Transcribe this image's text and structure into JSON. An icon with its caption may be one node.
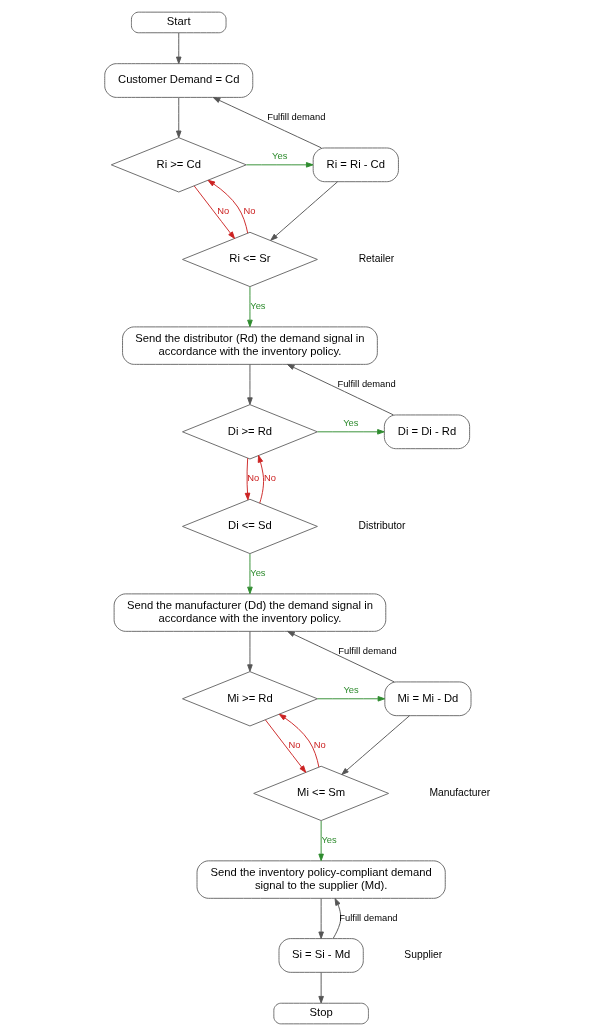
{
  "diagram": {
    "nodes": [
      {
        "text": [
          "Start"
        ]
      },
      {
        "text": [
          "Customer Demand = Cd"
        ]
      },
      {
        "text": [
          "Ri >= Cd"
        ]
      },
      {
        "text": [
          "Ri = Ri - Cd"
        ]
      },
      {
        "text": [
          "Ri <= Sr"
        ]
      },
      {
        "text": [
          "Send the distributor (Rd) the demand signal in accordance with the inventory policy."
        ]
      },
      {
        "text": [
          "Di >= Rd"
        ]
      },
      {
        "text": [
          "Di = Di - Rd"
        ]
      },
      {
        "text": [
          "Di <= Sd"
        ]
      },
      {
        "text": [
          "Send the manufacturer (Dd) the demand signal in accordance with the inventory policy."
        ]
      },
      {
        "text": [
          "Mi >= Rd"
        ]
      },
      {
        "text": [
          "Mi = Mi - Dd"
        ]
      },
      {
        "text": [
          "Mi <= Sm"
        ]
      },
      {
        "text": [
          "Send the inventory policy-compliant demand signal to the supplier (Md)."
        ]
      },
      {
        "text": [
          "Si = Si - Md"
        ]
      },
      {
        "text": [
          "Stop"
        ]
      }
    ],
    "edges": [
      {
        "from": 0,
        "to": 1,
        "arrow": "to"
      },
      {
        "from": 1,
        "to": 2,
        "arrow": "to"
      },
      {
        "from": 2,
        "to": 3,
        "arrow": "to",
        "label": "Yes",
        "color": "#2e8b2e"
      },
      {
        "from": 3,
        "to": 1,
        "arrow": "to",
        "label": "Fulfill demand"
      },
      {
        "from": 3,
        "to": 4,
        "arrow": "to"
      },
      {
        "from": 2,
        "to": 4,
        "arrow": "to",
        "label": "No",
        "color": "#cc2222"
      },
      {
        "from": 4,
        "to": 2,
        "arrow": "to",
        "label": "No",
        "color": "#cc2222"
      },
      {
        "from": 4,
        "to": 5,
        "arrow": "to",
        "label": "Yes",
        "color": "#2e8b2e"
      },
      {
        "from": 5,
        "to": 6,
        "arrow": "to"
      },
      {
        "from": 6,
        "to": 7,
        "arrow": "to",
        "label": "Yes",
        "color": "#2e8b2e"
      },
      {
        "from": 7,
        "to": 5,
        "arrow": "to",
        "label": "Fulfill demand"
      },
      {
        "from": 6,
        "to": 8,
        "arrow": "to",
        "label": "No",
        "color": "#cc2222"
      },
      {
        "from": 8,
        "to": 6,
        "arrow": "to",
        "label": "No",
        "color": "#cc2222"
      },
      {
        "from": 8,
        "to": 9,
        "arrow": "to",
        "label": "Yes",
        "color": "#2e8b2e"
      },
      {
        "from": 9,
        "to": 10,
        "arrow": "to"
      },
      {
        "from": 10,
        "to": 11,
        "arrow": "to",
        "label": "Yes",
        "color": "#2e8b2e"
      },
      {
        "from": 11,
        "to": 9,
        "arrow": "to",
        "label": "Fulfill demand"
      },
      {
        "from": 11,
        "to": 12,
        "arrow": "to"
      },
      {
        "from": 10,
        "to": 12,
        "arrow": "to",
        "label": "No",
        "color": "#cc2222"
      },
      {
        "from": 12,
        "to": 10,
        "arrow": "to",
        "label": "No",
        "color": "#cc2222"
      },
      {
        "from": 12,
        "to": 13,
        "arrow": "to",
        "label": "Yes",
        "color": "#2e8b2e"
      },
      {
        "from": 13,
        "to": 14,
        "arrow": "to"
      },
      {
        "from": 14,
        "to": 13,
        "arrow": "to",
        "label": "Fulfill demand"
      },
      {
        "from": 14,
        "to": 15,
        "arrow": "to"
      }
    ],
    "labels": [
      "Retailer",
      "Distributor",
      "Manufacturer",
      "Supplier"
    ]
  }
}
